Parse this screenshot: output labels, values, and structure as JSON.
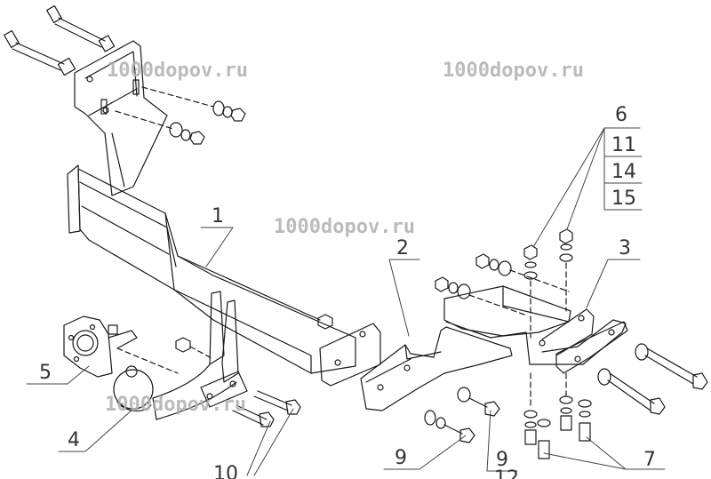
{
  "watermarks": [
    "1000dopov.ru",
    "1000dopov.ru",
    "1000dopov.ru",
    "1000dopov.ru"
  ],
  "callouts": [
    {
      "id": "callout-1",
      "label": "1"
    },
    {
      "id": "callout-2",
      "label": "2"
    },
    {
      "id": "callout-3",
      "label": "3"
    },
    {
      "id": "callout-4",
      "label": "4"
    },
    {
      "id": "callout-5",
      "label": "5"
    },
    {
      "id": "callout-6",
      "label": "6"
    },
    {
      "id": "callout-7",
      "label": "7"
    },
    {
      "id": "callout-9a",
      "label": "9"
    },
    {
      "id": "callout-9b",
      "label": "9"
    },
    {
      "id": "callout-10",
      "label": "10"
    },
    {
      "id": "callout-11",
      "label": "11"
    },
    {
      "id": "callout-12",
      "label": "12"
    },
    {
      "id": "callout-14",
      "label": "14"
    },
    {
      "id": "callout-15",
      "label": "15"
    }
  ],
  "colors": {
    "line": "#1a1a1a",
    "label": "#333333",
    "watermark": "#b0b0b0",
    "background": "#ffffff"
  }
}
